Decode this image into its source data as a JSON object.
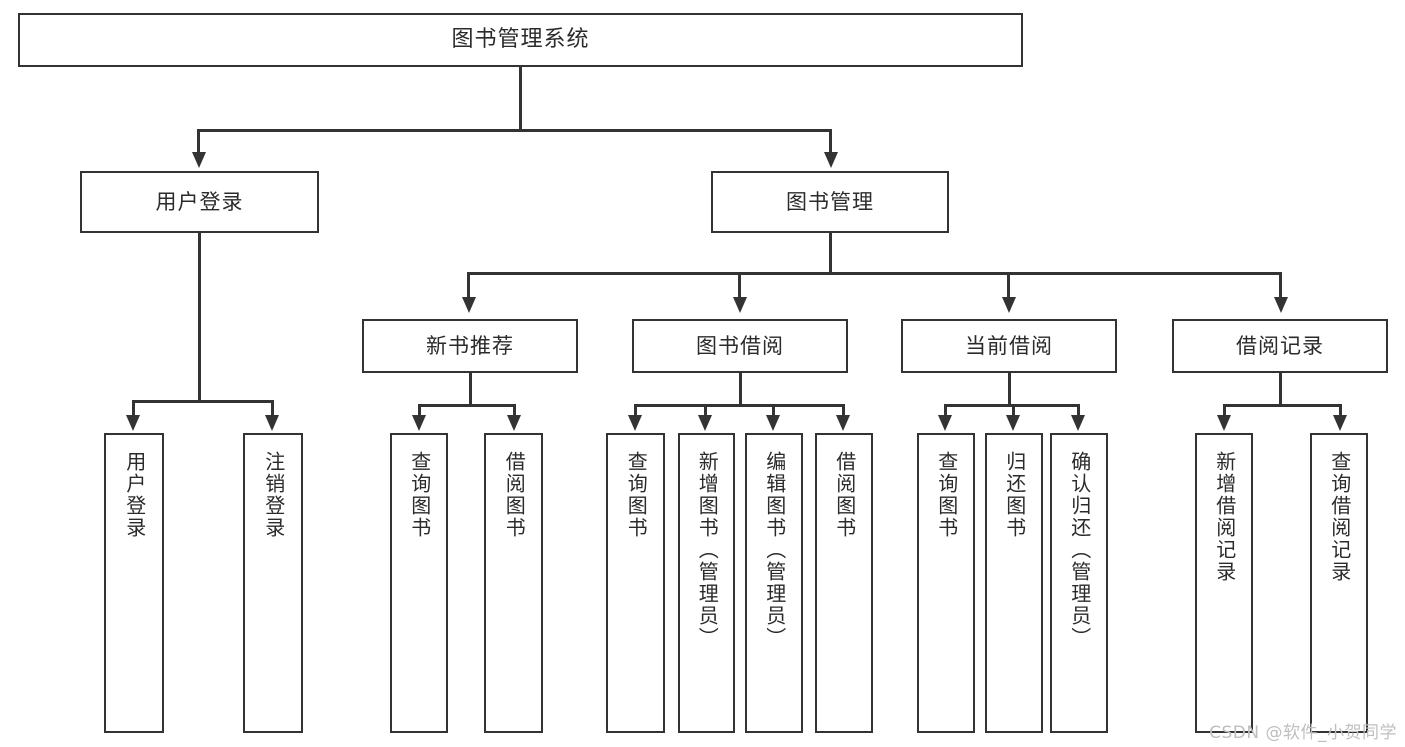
{
  "diagram": {
    "title": "图书管理系统",
    "watermark": "CSDN @软件_小贺同学",
    "colors": {
      "stroke": "#333333",
      "fill": "#ffffff",
      "text": "#2b2b2b",
      "watermark": "#bfbfbf"
    },
    "levels": {
      "root": {
        "label": "图书管理系统"
      },
      "level2": [
        {
          "label": "用户登录"
        },
        {
          "label": "图书管理"
        }
      ],
      "level3": [
        {
          "label": "新书推荐"
        },
        {
          "label": "图书借阅"
        },
        {
          "label": "当前借阅"
        },
        {
          "label": "借阅记录"
        }
      ],
      "leaves_user_login": [
        {
          "label": "用户登录"
        },
        {
          "label": "注销登录"
        }
      ],
      "leaves_new_book": [
        {
          "label": "查询图书"
        },
        {
          "label": "借阅图书"
        }
      ],
      "leaves_borrow": [
        {
          "label": "查询图书"
        },
        {
          "label": "新增图书（管理员）"
        },
        {
          "label": "编辑图书（管理员）"
        },
        {
          "label": "借阅图书"
        }
      ],
      "leaves_current": [
        {
          "label": "查询图书"
        },
        {
          "label": "归还图书"
        },
        {
          "label": "确认归还（管理员）"
        }
      ],
      "leaves_record": [
        {
          "label": "新增借阅记录"
        },
        {
          "label": "查询借阅记录"
        }
      ]
    }
  }
}
